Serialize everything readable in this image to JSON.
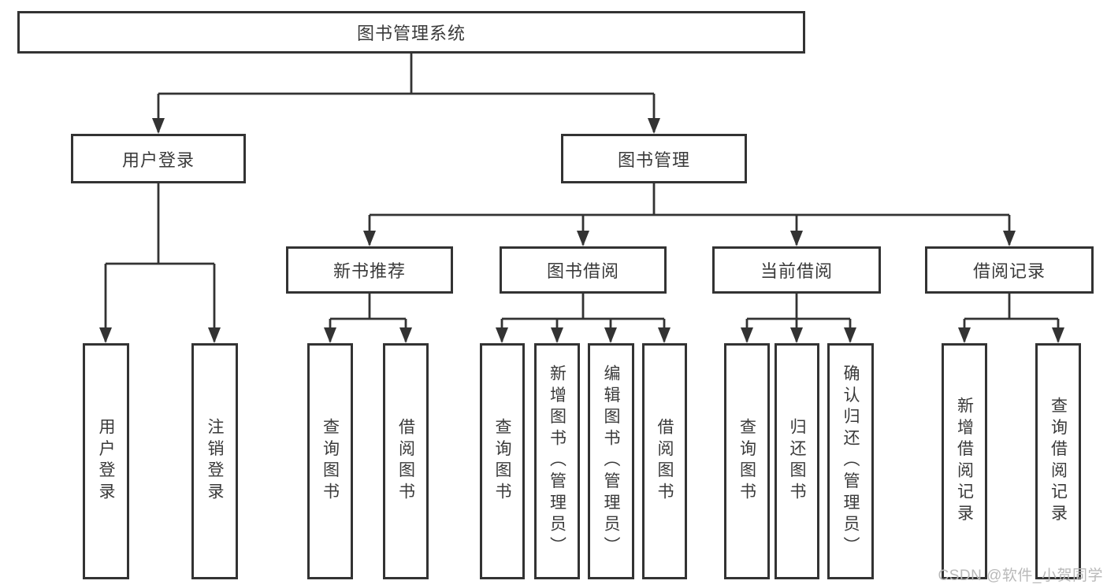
{
  "diagram": {
    "root": "图书管理系统",
    "level2": {
      "user_login": "用户登录",
      "book_mgmt": "图书管理"
    },
    "level3": {
      "new_books": "新书推荐",
      "borrowing": "图书借阅",
      "current": "当前借阅",
      "records": "借阅记录"
    },
    "leaves": {
      "user_login": "用户登录",
      "logout": "注销登录",
      "nb_query": "查询图书",
      "nb_borrow": "借阅图书",
      "bw_query": "查询图书",
      "bw_add": "新增图书（管理员）",
      "bw_edit": "编辑图书（管理员）",
      "bw_borrow": "借阅图书",
      "cur_query": "查询图书",
      "cur_return": "归还图书",
      "cur_confirm": "确认归还（管理员）",
      "rec_add": "新增借阅记录",
      "rec_query": "查询借阅记录"
    }
  },
  "colors": {
    "line": "#333333",
    "text": "#3a3a3a",
    "watermark": "#b9b9b9"
  },
  "watermark": "CSDN @软件_小贺同学"
}
